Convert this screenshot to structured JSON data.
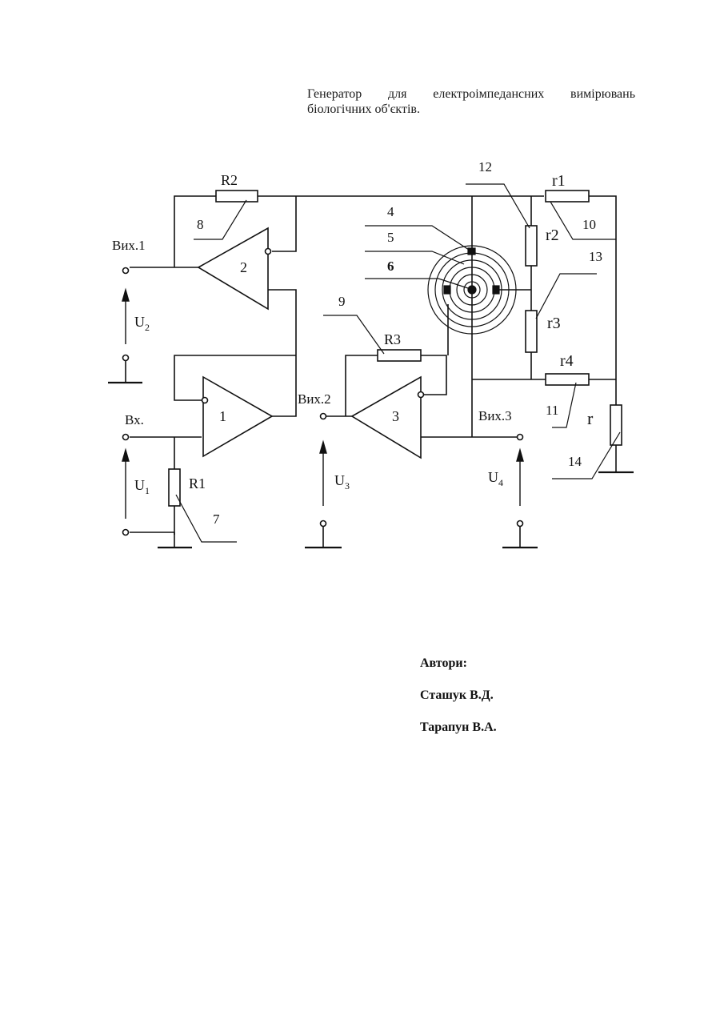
{
  "title": {
    "line1": "Генератор для електроімпедансних вимірювань",
    "line2": "біологічних об'єктів."
  },
  "diagram": {
    "resistors": {
      "R1": "R1",
      "R2": "R2",
      "R3": "R3",
      "r1": "r1",
      "r2": "r2",
      "r3": "r3",
      "r4": "r4",
      "r": "r"
    },
    "amplifiers": {
      "a1": "1",
      "a2": "2",
      "a3": "3"
    },
    "terminals": {
      "in": "Вх.",
      "out1": "Вих.1",
      "out2": "Вих.2",
      "out3": "Вих.3"
    },
    "voltages": {
      "u1": {
        "base": "U",
        "sub": "1"
      },
      "u2": {
        "base": "U",
        "sub": "2"
      },
      "u3": {
        "base": "U",
        "sub": "3"
      },
      "u4": {
        "base": "U",
        "sub": "4"
      }
    },
    "callouts": {
      "c4": "4",
      "c5": "5",
      "c6": "6",
      "c7": "7",
      "c8": "8",
      "c9": "9",
      "c10": "10",
      "c11": "11",
      "c12": "12",
      "c13": "13",
      "c14": "14"
    }
  },
  "authors": {
    "heading": "Автори:",
    "names": [
      "Сташук В.Д.",
      "Тарапун В.А."
    ]
  }
}
